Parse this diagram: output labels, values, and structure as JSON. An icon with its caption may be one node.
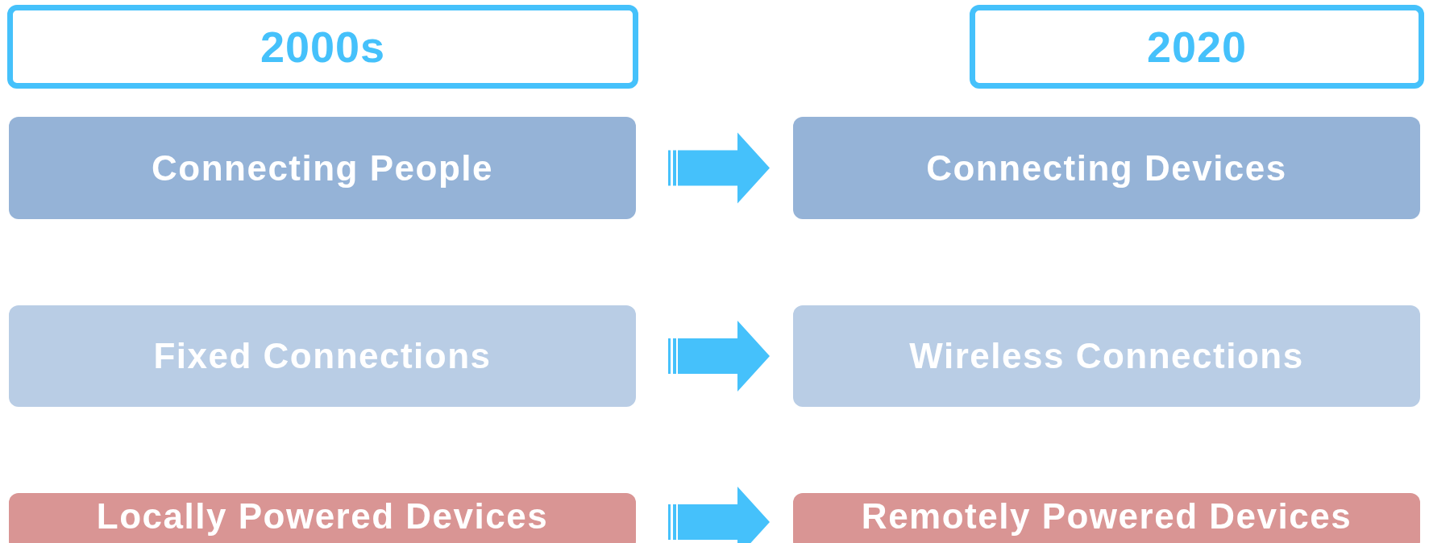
{
  "diagram": {
    "nodes": [
      {
        "text": [
          "2000s"
        ]
      },
      {
        "text": [
          "2020"
        ]
      },
      {
        "text": [
          "Connecting People"
        ]
      },
      {
        "text": [
          "Connecting Devices"
        ]
      },
      {
        "text": [
          "Fixed Connections"
        ]
      },
      {
        "text": [
          "Wireless Connections"
        ]
      },
      {
        "text": [
          "Locally Powered Devices"
        ]
      },
      {
        "text": [
          "Remotely Powered Devices"
        ]
      }
    ],
    "edges": [
      {
        "from": 2,
        "to": 3,
        "arrow": "to"
      },
      {
        "from": 4,
        "to": 5,
        "arrow": "to"
      },
      {
        "from": 6,
        "to": 7,
        "arrow": "to"
      }
    ]
  }
}
